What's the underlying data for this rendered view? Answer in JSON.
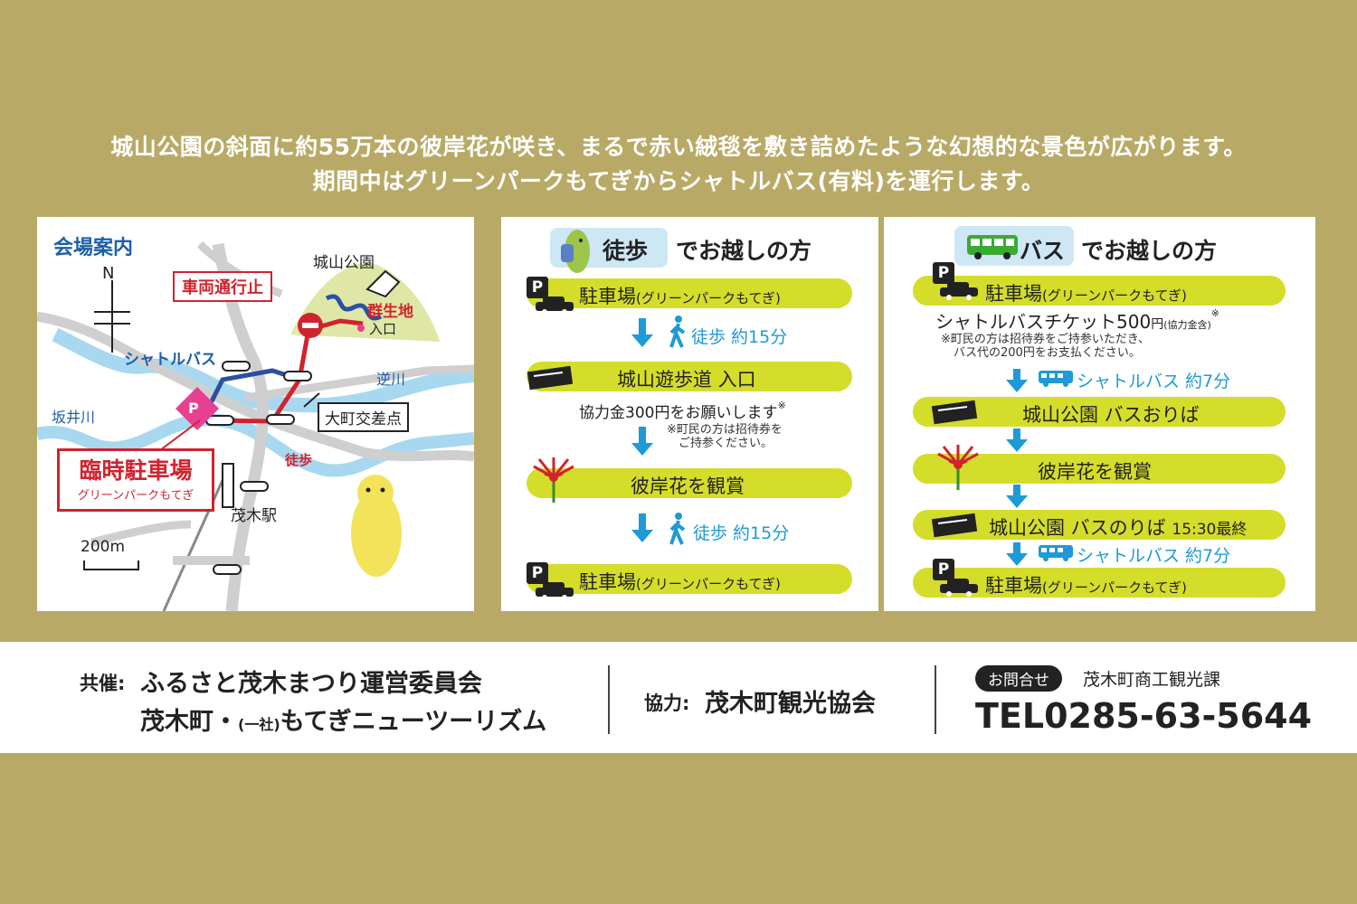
{
  "intro": {
    "line1": "城山公園の斜面に約55万本の彼岸花が咲き、まるで赤い絨毯を敷き詰めたような幻想的な景色が広がります。",
    "line2": "期間中はグリーンパークもてぎからシャトルバス(有料)を運行します。"
  },
  "map": {
    "title": "会場案内",
    "north": "N",
    "no_vehicle": "車両通行止",
    "park": "城山公園",
    "colony": "群生地",
    "entrance": "入口",
    "shuttle": "シャトルバス",
    "sakasa_river": "逆川",
    "sakai_river": "坂井川",
    "parking_label": "臨時駐車場",
    "parking_sub": "グリーンパークもてぎ",
    "intersection": "大町交差点",
    "walk": "徒歩",
    "station": "茂木駅",
    "scale": "200m",
    "parking_icon": "P"
  },
  "walk_panel": {
    "mode": "徒歩",
    "suffix": "でお越しの方",
    "parking1": "駐車場",
    "parking1_sub": "(グリーンパークもてぎ)",
    "step1": "徒歩 約15分",
    "trail": "城山遊歩道 入口",
    "donation": "協力金300円をお願いします",
    "donation_mark": "※",
    "note": "※町民の方は招待券を",
    "note2": "ご持参ください。",
    "view": "彼岸花を観賞",
    "step2": "徒歩 約15分",
    "parking2": "駐車場",
    "parking2_sub": "(グリーンパークもてぎ)",
    "p_icon": "P"
  },
  "bus_panel": {
    "mode": "バス",
    "suffix": "でお越しの方",
    "parking1": "駐車場",
    "parking1_sub": "(グリーンパークもてぎ)",
    "ticket": "シャトルバスチケット500",
    "ticket_unit": "円",
    "ticket_note": "(協力金含)",
    "ticket_mark": "※",
    "note1": "※町民の方は招待券をご持参いただき、",
    "note2": "バス代の200円をお支払ください。",
    "step1": "シャトルバス 約7分",
    "stop_off": "城山公園 バスおりば",
    "view": "彼岸花を観賞",
    "stop_on": "城山公園 バスのりば",
    "last": "15:30最終",
    "step2": "シャトルバス 約7分",
    "parking2": "駐車場",
    "parking2_sub": "(グリーンパークもてぎ)",
    "p_icon": "P"
  },
  "footer": {
    "host_label": "共催:",
    "host1": "ふるさと茂木まつり運営委員会",
    "host2": "茂木町・",
    "host2_small": "(一社)",
    "host2_rest": "もてぎニューツーリズム",
    "coop_label": "協力:",
    "coop": "茂木町観光協会",
    "contact_badge": "お問合せ",
    "contact_dept": "茂木町商工観光課",
    "tel": "TEL0285-63-5644"
  },
  "colors": {
    "background": "#b8aa66",
    "pill": "#d4dd2a",
    "blue": "#1e9ad6",
    "red": "#d0232f"
  }
}
